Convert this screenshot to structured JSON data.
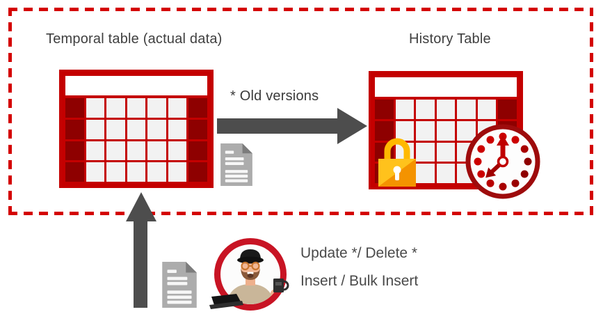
{
  "diagram": {
    "title": "SQL temporal table diagram",
    "labels": {
      "temporal_table": "Temporal table (actual data)",
      "history_table": "History Table",
      "old_versions": "* Old versions",
      "operations_line1": "Update */ Delete *",
      "operations_line2": "Insert / Bulk Insert"
    },
    "icons": [
      {
        "name": "temporal-table-icon",
        "shape": "red grid table with white header row"
      },
      {
        "name": "history-table-icon",
        "shape": "red grid table with white header row"
      },
      {
        "name": "lock-icon",
        "shape": "gold padlock with white keyhole"
      },
      {
        "name": "clock-icon",
        "shape": "white clock face, red dotted hour marks, arrow hands"
      },
      {
        "name": "document-icon",
        "shape": "gray page with folded corner and white text lines"
      },
      {
        "name": "user-avatar",
        "shape": "man with hat, glasses and beard holding laptop and mug in red ring"
      },
      {
        "name": "arrow-right-icon",
        "shape": "thick dark gray arrow pointing right"
      },
      {
        "name": "arrow-up-icon",
        "shape": "thick dark gray arrow pointing up"
      }
    ],
    "colors": {
      "dashed_frame": "#D40000",
      "table_frame": "#C40000",
      "table_dark_cell": "#8E0000",
      "table_light_cell": "#F2F2F2",
      "arrow_gray": "#4D4D4D",
      "text_gray": "#3F3F3F",
      "lock_light": "#FFC21C",
      "lock_dark": "#F49300",
      "lock_shackle": "#FFB900",
      "clock_ring": "#9E0B0C",
      "clock_dot_bright": "#CC0000",
      "clock_dot_dark": "#8E0000",
      "avatar_ring": "#C81424",
      "document_gray": "#ACACAC",
      "document_fold": "#7C7C7C"
    },
    "grid": {
      "columns": 7,
      "rows": 4
    }
  }
}
